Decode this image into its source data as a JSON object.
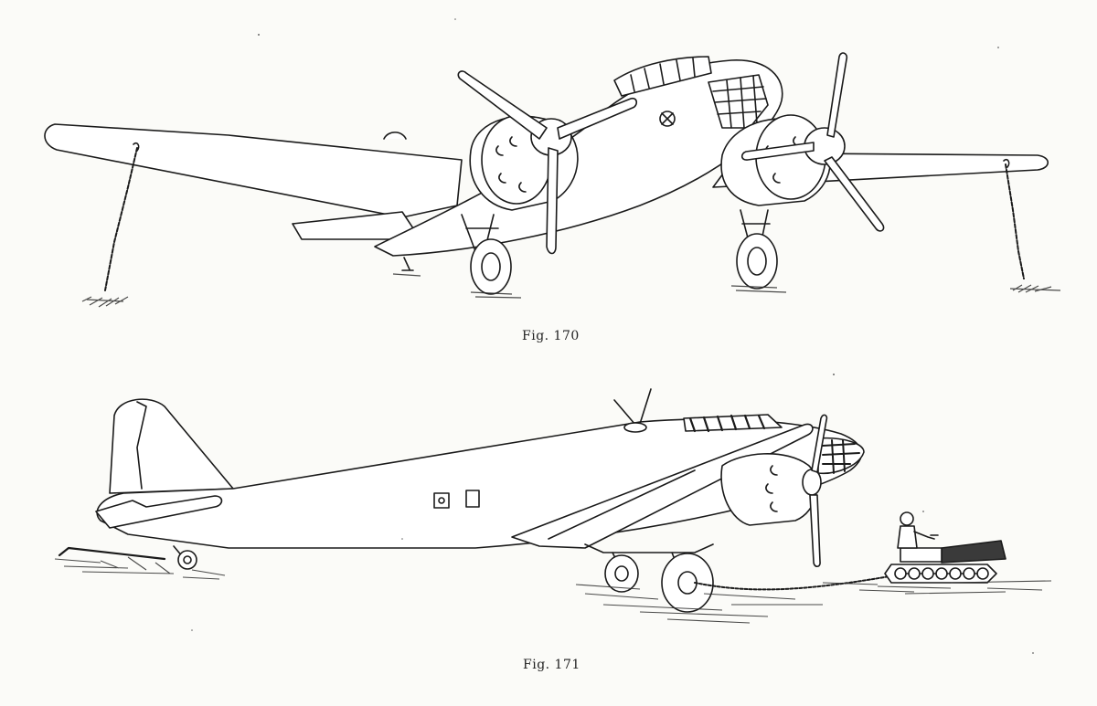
{
  "figures": [
    {
      "id": "fig-170",
      "caption": "Fig. 170"
    },
    {
      "id": "fig-171",
      "caption": "Fig. 171"
    }
  ],
  "colors": {
    "paper": "#fbfbf8",
    "ink": "#1a1a1a"
  }
}
